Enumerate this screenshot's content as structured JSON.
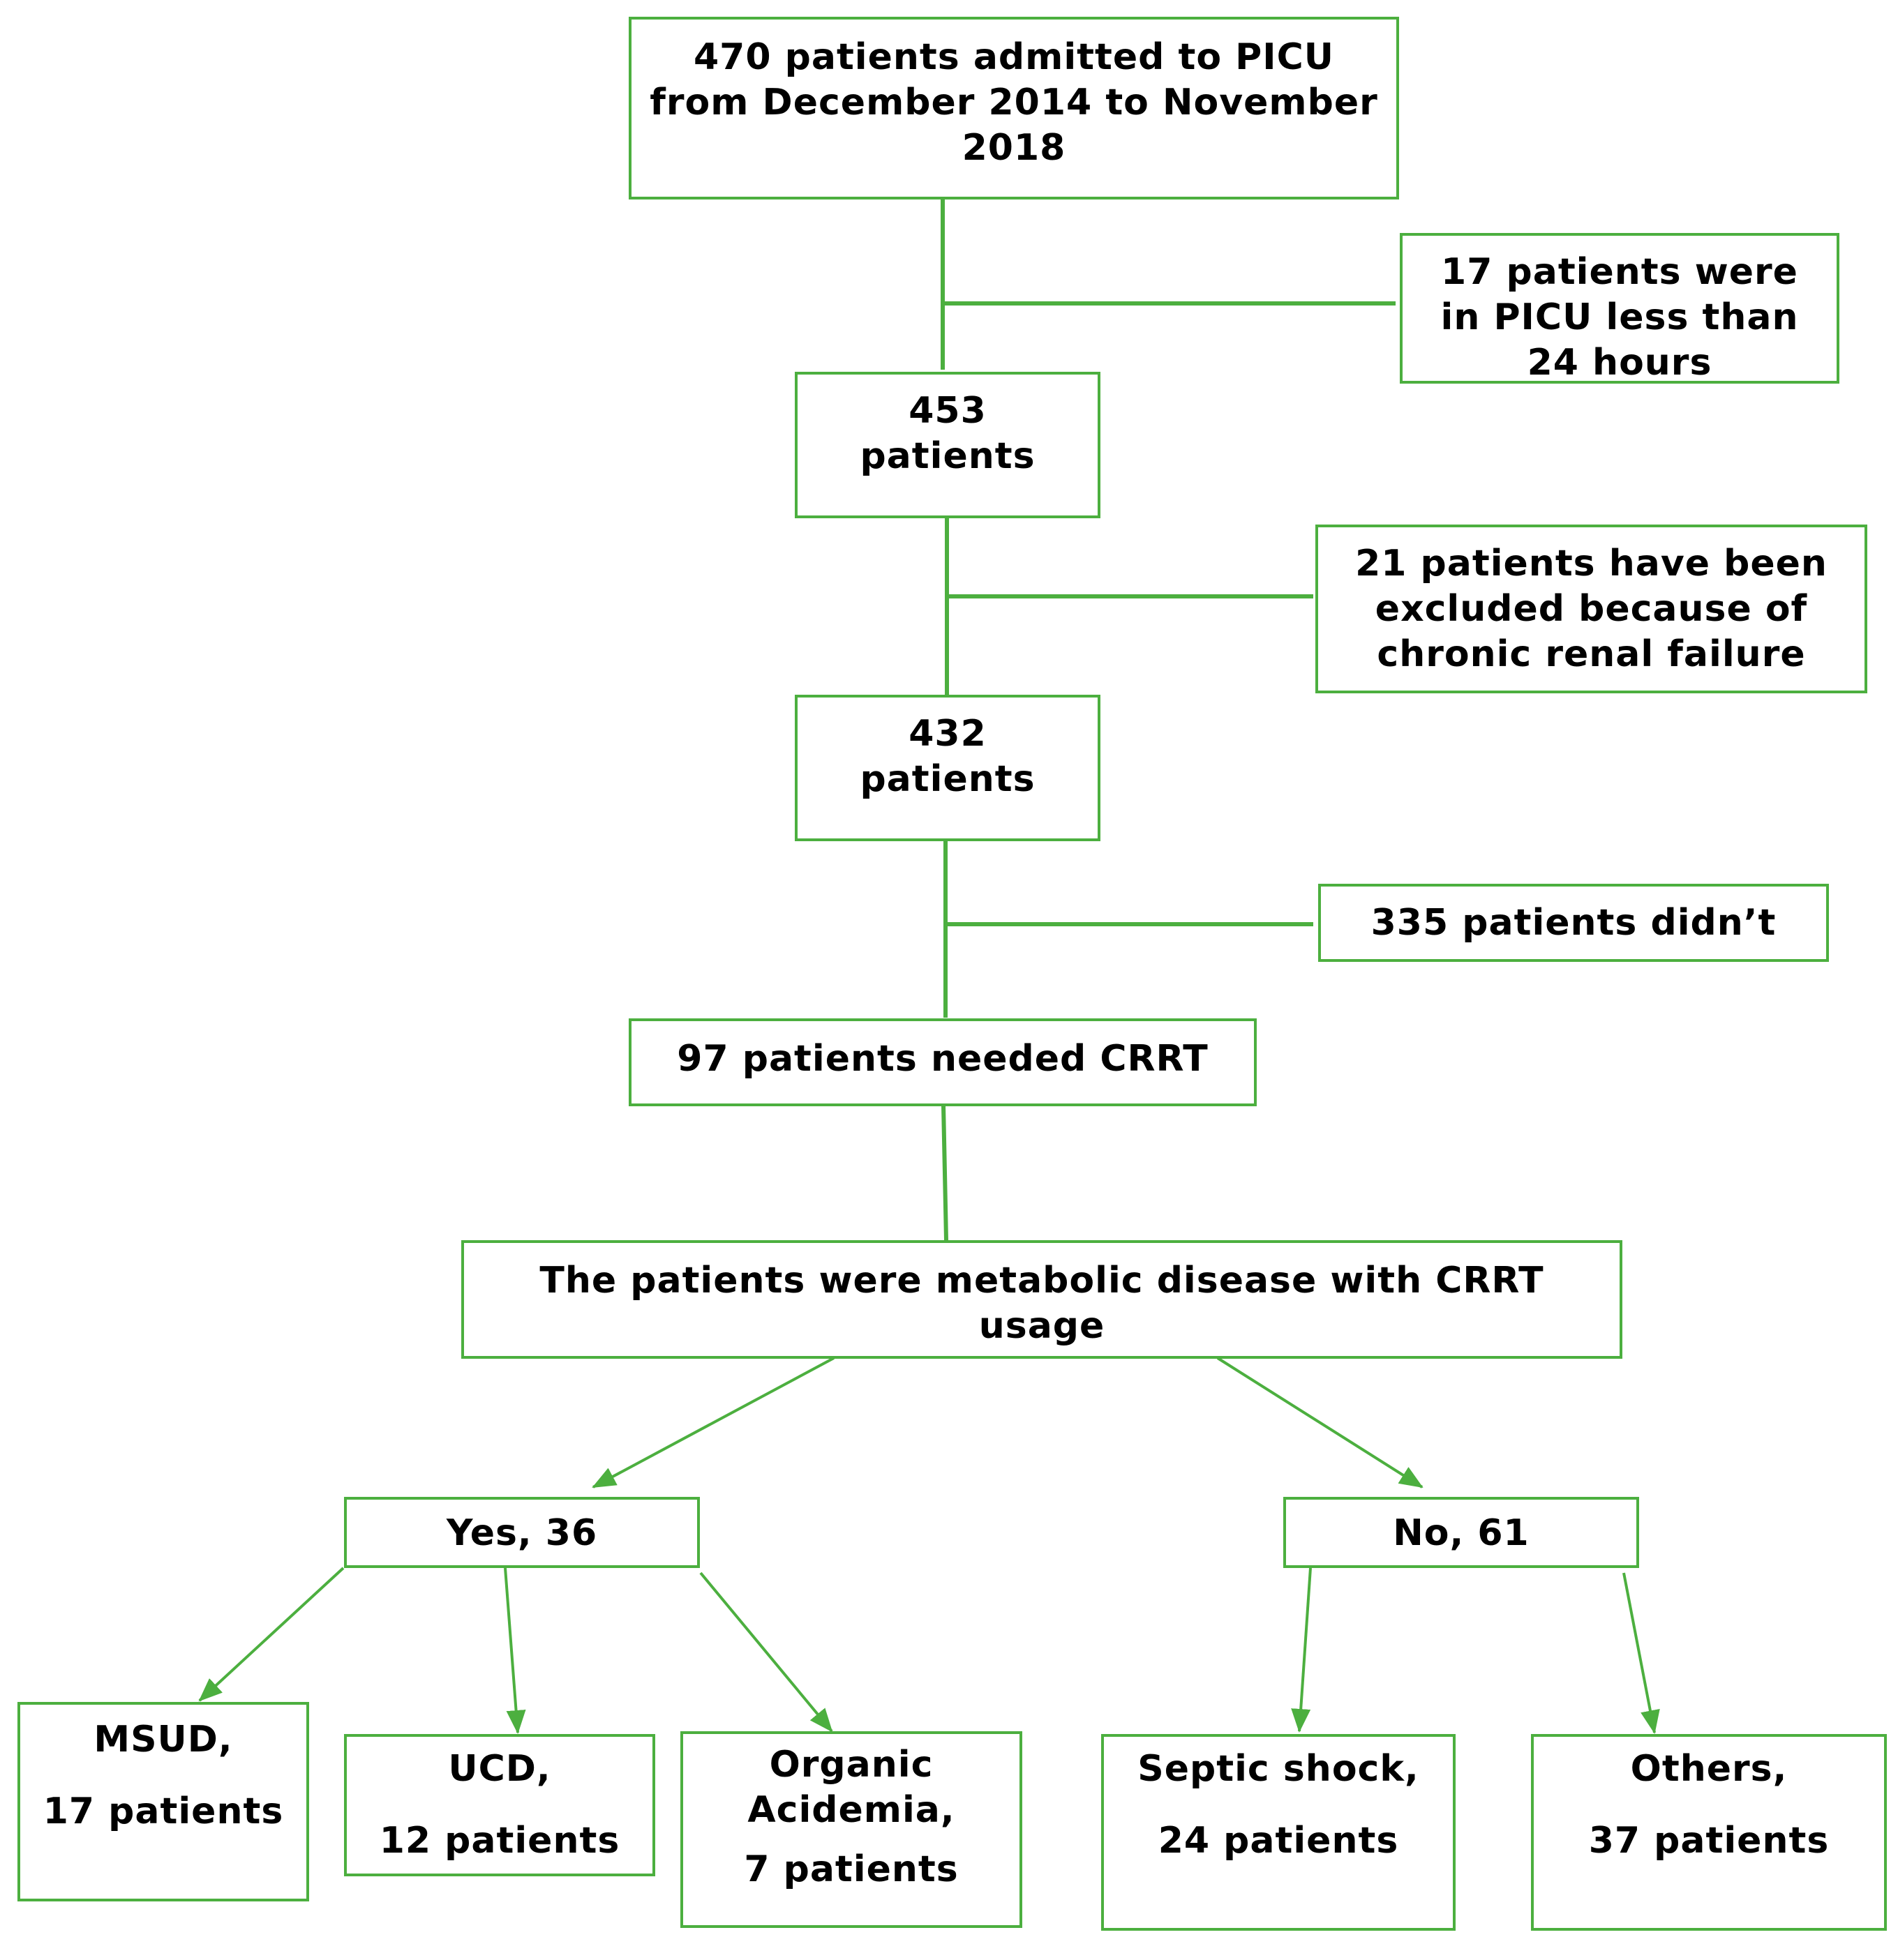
{
  "colors": {
    "accent": "#4caf3f",
    "text": "#000000",
    "background": "#ffffff"
  },
  "boxes": {
    "admitted": {
      "lines": [
        "470 patients admitted to PICU",
        "from December 2014 to November",
        "2018"
      ]
    },
    "excluded_24h": {
      "lines": [
        "17 patients were",
        "in PICU less than",
        "24 hours"
      ]
    },
    "patients_453": {
      "lines": [
        "453",
        "patients"
      ]
    },
    "excluded_renal": {
      "lines": [
        "21 patients have been",
        "excluded because of",
        "chronic renal failure"
      ]
    },
    "patients_432": {
      "lines": [
        "432",
        "patients"
      ]
    },
    "excluded_335": {
      "lines": [
        "335 patients didn’t"
      ]
    },
    "needed_crrt": {
      "lines": [
        "97 patients needed CRRT"
      ]
    },
    "metabolic": {
      "lines": [
        "The patients were metabolic disease with CRRT",
        "usage"
      ]
    },
    "yes": {
      "lines": [
        "Yes, 36"
      ]
    },
    "no": {
      "lines": [
        "No, 61"
      ]
    },
    "msud": {
      "lines": [
        "MSUD,",
        "17 patients"
      ]
    },
    "ucd": {
      "lines": [
        "UCD,",
        "12 patients"
      ]
    },
    "organic": {
      "lines": [
        "Organic",
        "Acidemia,",
        "7 patients"
      ]
    },
    "septic": {
      "lines": [
        "Septic shock,",
        "24 patients"
      ]
    },
    "others": {
      "lines": [
        "Others,",
        "37 patients"
      ]
    }
  }
}
